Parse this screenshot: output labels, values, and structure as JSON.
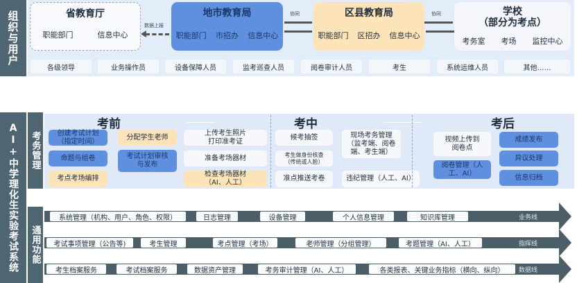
{
  "org": {
    "label": "组织与用户",
    "province": {
      "title": "省教育厅",
      "subs": [
        "职能部门",
        "信息中心"
      ]
    },
    "report_label": "数据上报",
    "city": {
      "title": "地市教育局",
      "subs": [
        "职能部门",
        "市招办",
        "信息中心"
      ]
    },
    "coop1": "协同",
    "county": {
      "title": "区县教育局",
      "subs": [
        "职能部门",
        "区招办",
        "信息中心"
      ]
    },
    "coop2": "协同",
    "school": {
      "title": "学校",
      "subtitle": "（部分为考点）",
      "subs": [
        "考务室",
        "考场",
        "监控中心"
      ]
    },
    "roles": [
      "各级领导",
      "业务操作员",
      "设备保障人员",
      "监考巡查人员",
      "阅卷审计人员",
      "考生",
      "系统运维人员",
      "其他……"
    ]
  },
  "system_label": "AI+中学理化生实验考试系统",
  "exam": {
    "label": "考务管理",
    "before": {
      "title": "考前",
      "items": [
        "创建考试计划（指定时间）",
        "命题与组卷",
        "考点考场编排",
        "分配学生老师",
        "考试计划审核与发布",
        "上传考生照片打印准考证",
        "准备考场器材",
        "检查考场器材（AI、人工）"
      ]
    },
    "during": {
      "title": "考中",
      "items": [
        "候考抽签",
        "考生做身份核查（传统或人脸）",
        "准点推送考卷",
        "现场考务管理（监考端、阅卷端、考生端）",
        "违纪管理（人工、AI）"
      ]
    },
    "after": {
      "title": "考后",
      "items": [
        "视频上传到阅卷点",
        "阅卷管理（人工、AI）",
        "成绩发布",
        "异议处理",
        "信息归档"
      ]
    }
  },
  "common": {
    "label": "通用功能",
    "lines": [
      {
        "name": "业务线",
        "items": [
          "系统管理（机构、用户、角色、权限）",
          "日志管理",
          "设备管理",
          "个人信息管理",
          "知识库管理"
        ]
      },
      {
        "name": "指挥线",
        "items": [
          "考试事项管理（公告等)",
          "考生管理",
          "考点管理（考场）",
          "老师管理（分组管理）",
          "考题管理（AI、人工）"
        ]
      },
      {
        "name": "数据线",
        "items": [
          "考生档案服务",
          "考试档案服务",
          "数据资产管理",
          "考务审计管理（AI、人工）",
          "各类报表、关键业务指标（横向、纵向）"
        ]
      }
    ]
  }
}
